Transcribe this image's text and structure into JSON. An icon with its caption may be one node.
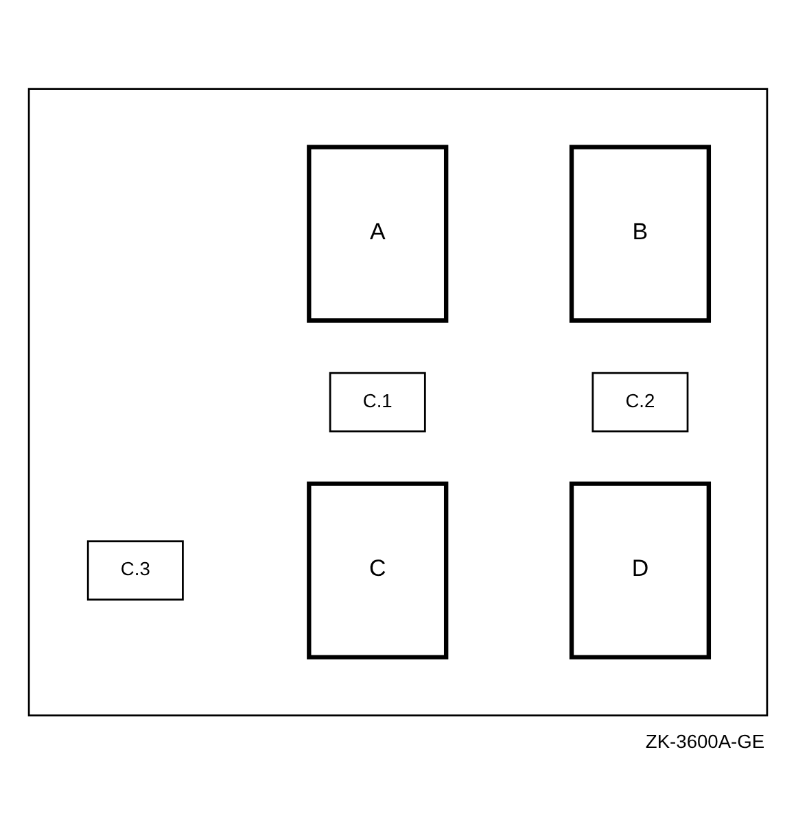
{
  "diagram": {
    "caption": "ZK-3600A-GE",
    "nodes": [
      {
        "text": [],
        "shape": "box"
      },
      {
        "text": [
          "A"
        ],
        "in": 0
      },
      {
        "text": [
          "B"
        ],
        "in": 0
      },
      {
        "text": [
          "C"
        ],
        "in": 0
      },
      {
        "text": [
          "C.1"
        ],
        "in": 0
      },
      {
        "text": [
          "C.2"
        ],
        "in": 0
      },
      {
        "text": [
          "C.3"
        ],
        "in": 0
      },
      {
        "text": [
          "D"
        ],
        "in": 0
      }
    ]
  }
}
